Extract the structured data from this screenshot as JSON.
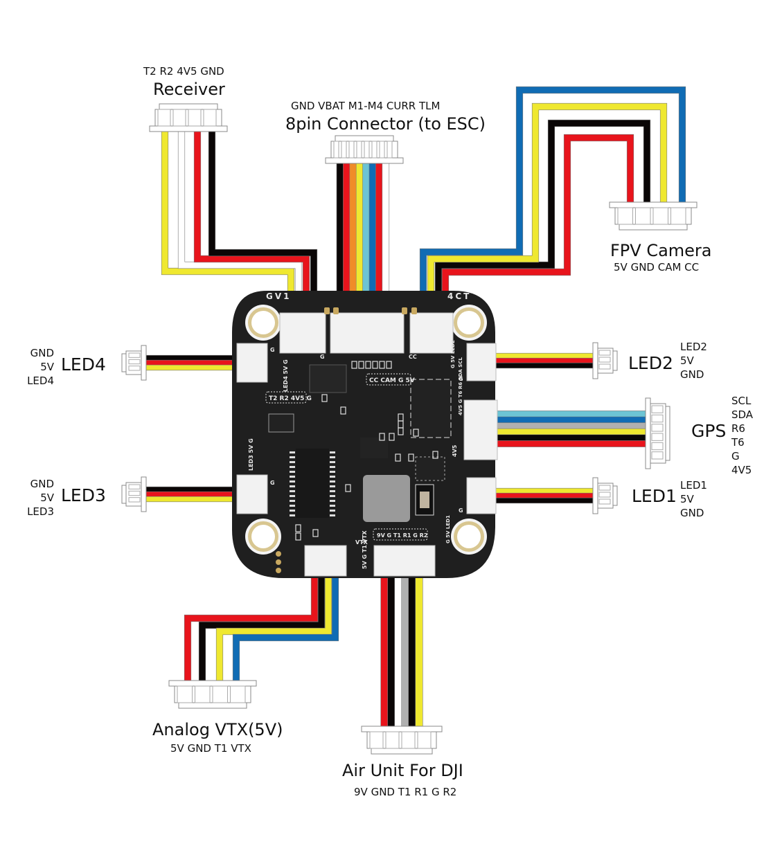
{
  "wire_colors": {
    "red": "#e8141c",
    "black": "#0a0606",
    "white": "#ffffff",
    "yellow": "#efe830",
    "orange": "#f08c28",
    "lightblue": "#6cc4d4",
    "blue": "#106cb4",
    "gray": "#b0b0b0"
  },
  "pcb": {
    "board_color": "#1f1f1f",
    "silk_color": "#e8e8e8",
    "corner_labels": {
      "top_left": "GV1",
      "top_right": "4CT"
    },
    "silk_labels": {
      "led4": "LED4 5V G",
      "rx": "T2 R2 4V5 G",
      "cam": "CC CAM G 5V",
      "cc": "CC",
      "led2": "G 5V LED2",
      "gps": "4V5 G T6 R6 SDA SCL",
      "gps_4v5": "4V5",
      "led3": "LED3 5V G",
      "led1": "G 5V LED1",
      "vtx": "VTX",
      "vtx_side": "5V G T1 VTX",
      "dji": "9V G T1 R1 G R2",
      "g_mark": "G"
    }
  },
  "connectors": {
    "receiver": {
      "title": "Receiver",
      "pins": "T2 R2 4V5 GND",
      "wires": [
        "yellow",
        "white",
        "red",
        "black"
      ]
    },
    "esc": {
      "title": "8pin Connector (to ESC)",
      "pins": "GND VBAT M1-M4 CURR TLM",
      "wires": [
        "black",
        "red",
        "orange",
        "yellow",
        "lightblue",
        "blue",
        "red",
        "white"
      ]
    },
    "fpv_camera": {
      "title": "FPV Camera",
      "pins": "5V GND CAM CC",
      "wires": [
        "red",
        "black",
        "yellow",
        "blue"
      ]
    },
    "led4": {
      "title": "LED4",
      "pins": [
        "GND",
        "5V",
        "LED4"
      ],
      "wires": [
        "black",
        "red",
        "yellow"
      ]
    },
    "led3": {
      "title": "LED3",
      "pins": [
        "GND",
        "5V",
        "LED3"
      ],
      "wires": [
        "black",
        "red",
        "yellow"
      ]
    },
    "led2": {
      "title": "LED2",
      "pins": [
        "LED2",
        "5V",
        "GND"
      ],
      "wires": [
        "yellow",
        "red",
        "black"
      ]
    },
    "led1": {
      "title": "LED1",
      "pins": [
        "LED1",
        "5V",
        "GND"
      ],
      "wires": [
        "yellow",
        "red",
        "black"
      ]
    },
    "gps": {
      "title": "GPS",
      "pins": [
        "SCL",
        "SDA",
        "R6",
        "T6",
        "G",
        "4V5"
      ],
      "wires": [
        "lightblue",
        "blue",
        "gray",
        "yellow",
        "black",
        "red"
      ]
    },
    "analog_vtx": {
      "title": "Analog VTX(5V)",
      "pins": "5V GND T1 VTX",
      "wires": [
        "red",
        "black",
        "yellow",
        "blue"
      ]
    },
    "dji_air_unit": {
      "title": "Air Unit For DJI",
      "pins": "9V GND T1 R1 G R2",
      "wires": [
        "red",
        "black",
        "white",
        "gray",
        "black",
        "yellow"
      ]
    }
  }
}
